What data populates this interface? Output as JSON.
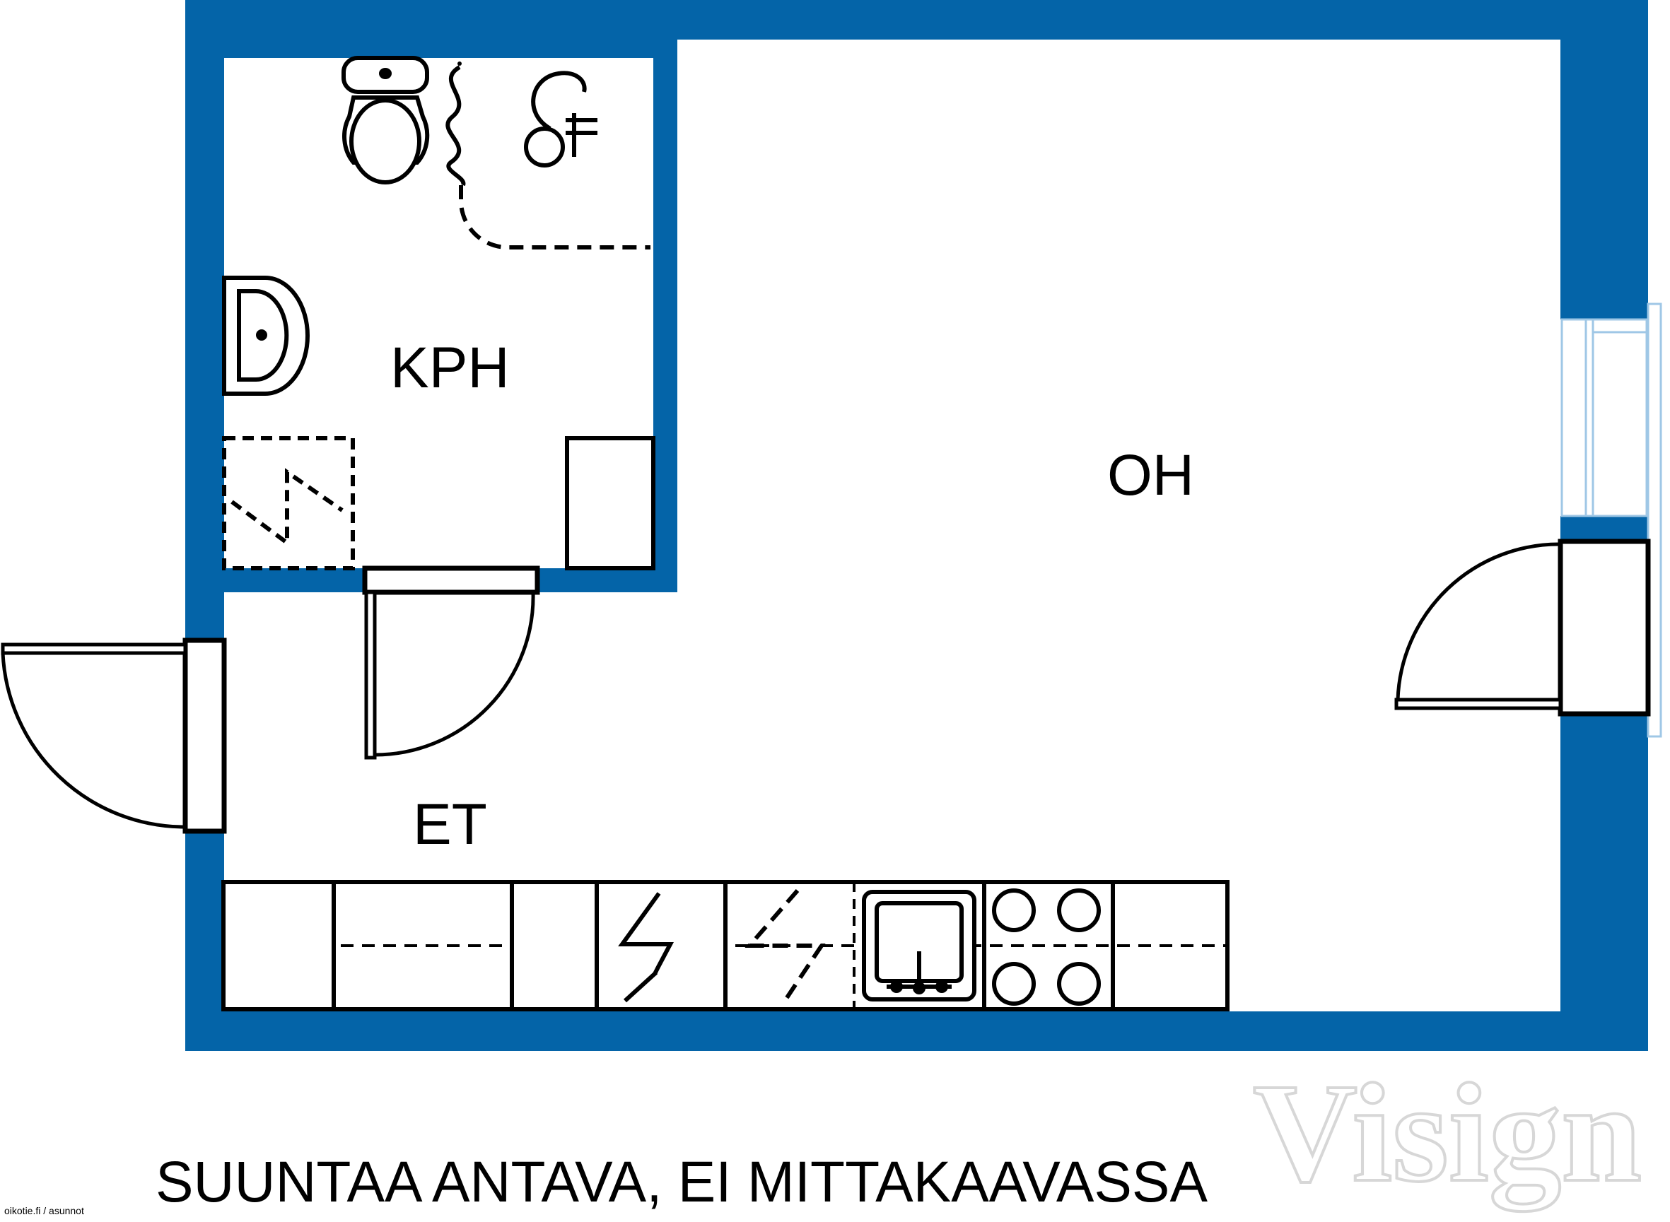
{
  "rooms": {
    "bathroom": "KPH",
    "living_room": "OH",
    "entrance": "ET"
  },
  "footer": {
    "note": "SUUNTAA ANTAVA, EI MITTAKAAVASSA",
    "source": "oikotie.fi / asunnot"
  },
  "watermark": {
    "brand": "Visign"
  },
  "colors": {
    "wall": "#0464a8",
    "line": "#000000",
    "window_frame": "#9fc7e6"
  }
}
